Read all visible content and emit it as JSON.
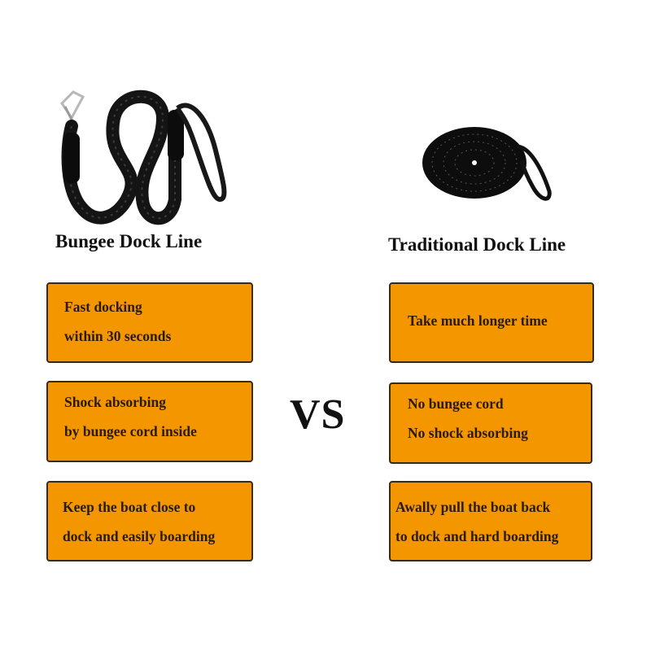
{
  "left": {
    "title": "Bungee Dock Line",
    "boxes": [
      {
        "lines": [
          "Fast docking",
          "within 30 seconds"
        ]
      },
      {
        "lines": [
          "Shock absorbing",
          "by bungee cord inside"
        ]
      },
      {
        "lines": [
          "Keep the boat close to",
          "dock and easily boarding"
        ]
      }
    ]
  },
  "right": {
    "title": "Traditional Dock Line",
    "boxes": [
      {
        "lines": [
          "Take much longer time"
        ]
      },
      {
        "lines": [
          "No bungee cord",
          "No shock absorbing"
        ]
      },
      {
        "lines": [
          "Awally pull the boat back",
          "to dock and hard boarding"
        ]
      }
    ]
  },
  "center": {
    "vs_label": "VS"
  },
  "colors": {
    "box_fill": "#f39600",
    "box_border": "#3a2a10",
    "text": "#2a1a08"
  }
}
